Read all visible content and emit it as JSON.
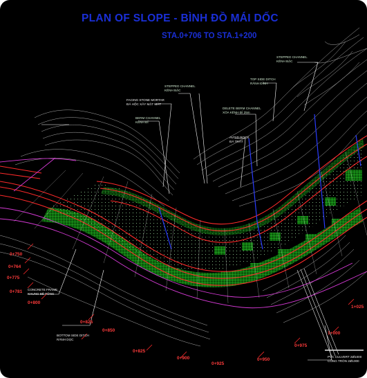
{
  "title": "PLAN OF SLOPE - BÌNH ĐỒ MÁI DỐC",
  "subtitle": "STA.0+706 TO STA.1+200",
  "labels": {
    "stepped_channel_top": "STEPPED CHANNEL",
    "stepped_channel_top_vi": "KÊNH BẬC",
    "top_side_ditch": "TOP SIDE DITCH",
    "top_side_ditch_vi": "RÃNH ĐỈNH",
    "stepped_channel_mid": "STEPPED CHANNEL",
    "stepped_channel_mid_vi": "KÊNH BẬC",
    "facing_stone": "FACING STONE MORTAR",
    "facing_stone_vi": "ĐÁ HỘC XÂY MẶT MÁT",
    "berm_channel": "BERM CHANNEL",
    "berm_channel_vi": "KÊNH ĐỈ",
    "delete_berm": "DELETE BERM CHANNEL",
    "delete_berm_vi": "XÓA KÊNH ĐỈ 25m",
    "avoid_rock": "AVOID ROCK",
    "avoid_rock_vi": "ĐÁ TRÁT",
    "concrete_frame": "CONCRETE FRAME",
    "concrete_frame_vi": "KHUNG BÊ TÔNG",
    "bottom_side_ditch": "BOTTOM SIDE DITCH",
    "bottom_side_ditch_vi": "RÃNH DỌC",
    "pipe": "PVC CULVERT 2Ø1000",
    "pipe_vi": "CỐNG TRÒN 2Ø1000"
  },
  "stations": {
    "s750": "0+750",
    "s764": "0+764",
    "s775": "0+775",
    "s781": "0+781",
    "s800": "0+800",
    "s825a": "0+825",
    "s850": "0+850",
    "s825b": "0+825",
    "s900": "0+900",
    "s925": "0+925",
    "s950": "0+950",
    "s975": "0+975",
    "s1000": "1+000",
    "s1025": "1+025"
  },
  "colors": {
    "background": "#000000",
    "title": "#1a2fd6",
    "road_edge": "#ff2a2a",
    "slope_fill": "#1ed01e",
    "contour": "#e8e8e8",
    "station_text": "#ff3b3b",
    "magenta_line": "#d63ad6",
    "blue_line": "#2a3cff"
  }
}
